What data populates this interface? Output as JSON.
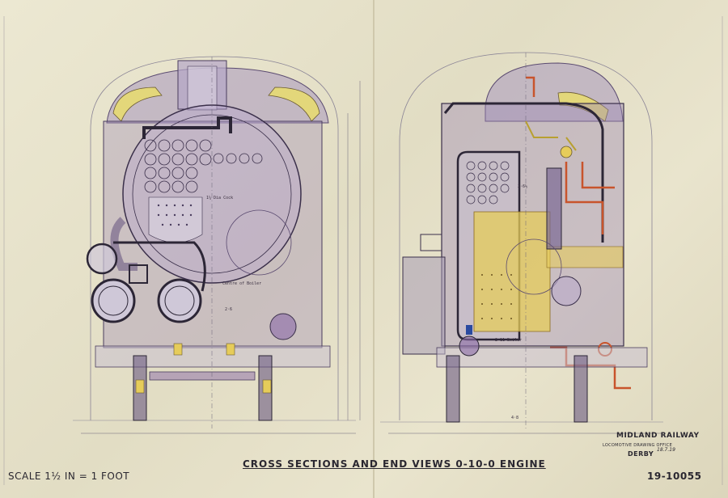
{
  "title": "CROSS SECTIONS AND END VIEWS 0-10-0 ENGINE",
  "scale": "SCALE 1½ IN = 1 FOOT",
  "company": "MIDLAND RAILWAY",
  "office": "LOCOMOTIVE DRAWING OFFICE",
  "place": "DERBY",
  "date_mark": "18.7.19",
  "drawing_number": "19-10055",
  "colors": {
    "paper": "#e6e2cc",
    "ink": "#2a2730",
    "violet_wash": "#9a88b4",
    "yellow_wash": "#e6cc5a",
    "copper_red": "#c8542c",
    "steel_grey": "#7a7888"
  }
}
